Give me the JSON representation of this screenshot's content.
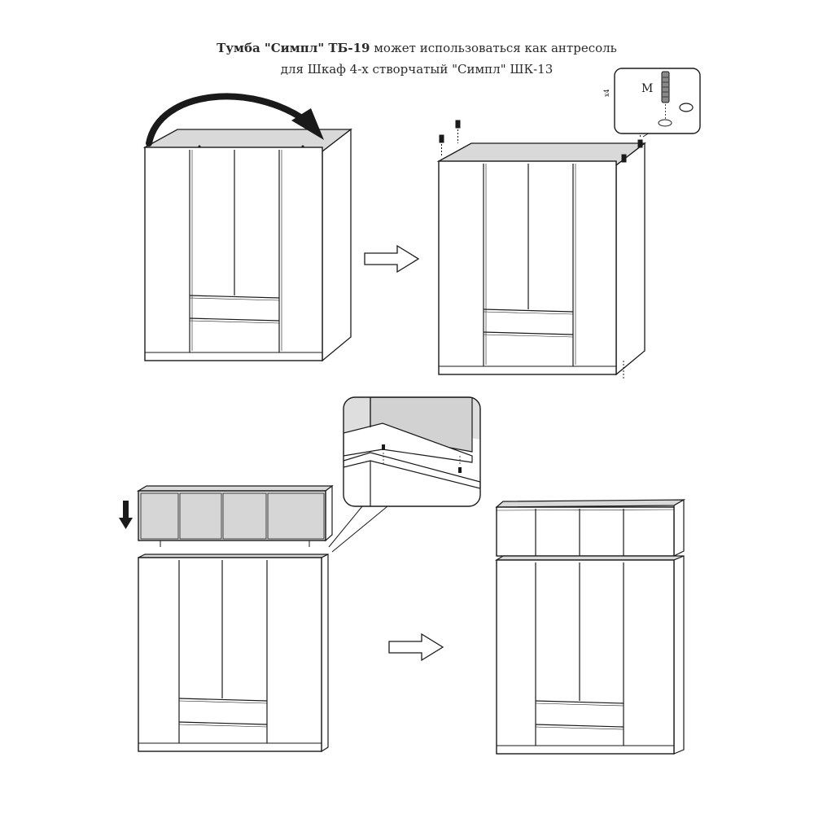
{
  "title": {
    "line1_bold": "Тумба \"Симпл\" ТБ-19",
    "line1_rest": " может использоваться как антресоль",
    "line2": "для Шкаф 4-х створчатый \"Симпл\" ШК-13"
  },
  "hardware_callout": {
    "part_letter": "M",
    "quantity": "x4"
  },
  "colors": {
    "line": "#1a1a1a",
    "top_fill": "#d9d9d9",
    "cabinet_fill": "#dedede",
    "paper": "#ffffff"
  }
}
